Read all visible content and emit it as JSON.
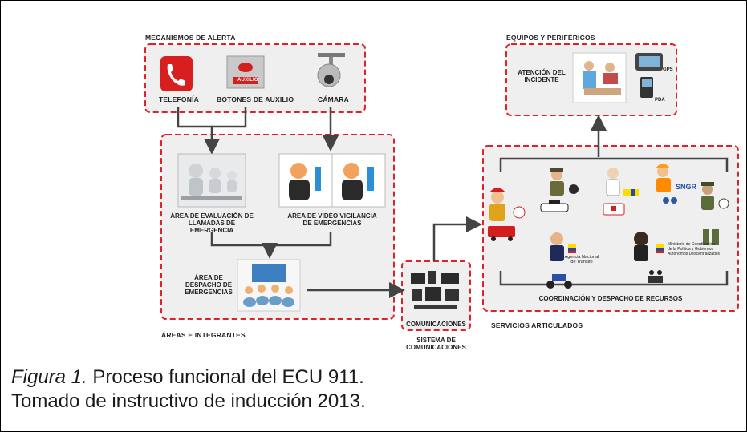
{
  "figure": {
    "sections": {
      "alert_mechanisms": "MECANISMOS DE ALERTA",
      "areas": "ÁREAS E INTEGRANTES",
      "equipment": "EQUIPOS Y PERIFÉRICOS",
      "services": "SERVICIOS ARTICULADOS",
      "comm_system": "SISTEMA DE COMUNICACIONES"
    },
    "alert_items": {
      "telephony": "TELEFONÍA",
      "buttons": "BOTONES DE AUXILIO",
      "camera": "CÁMARA",
      "button_text": "AUXILIO"
    },
    "areas": {
      "call_eval_1": "ÁREA DE EVALUACIÓN DE",
      "call_eval_2": "LLAMADAS DE EMERGENCIA",
      "video_1": "ÁREA DE VIDEO VIGILANCIA",
      "video_2": "DE EMERGENCIAS",
      "dispatch_1": "ÁREA DE",
      "dispatch_2": "DESPACHO DE",
      "dispatch_3": "EMERGENCIAS"
    },
    "communications": "COMUNICACIONES",
    "incident": {
      "line1": "ATENCIÓN DEL",
      "line2": "INCIDENTE"
    },
    "coordination": "COORDINACIÓN Y DESPACHO DE RECURSOS",
    "device_labels": {
      "gps": "GPS",
      "pda": "PDA"
    },
    "agency_labels": {
      "ant_1": "Agencia Nacional",
      "ant_2": "de Tránsito",
      "snrg": "SNGR",
      "ministry_1": "Ministerio de Coordinación",
      "ministry_2": "de la Política y Gobiernos",
      "ministry_3": "Autónomos Descentralizados"
    }
  },
  "caption": {
    "prefix": "Figura 1.",
    "text1": " Proceso funcional del ECU 911.",
    "text2": "Tomado de instructivo de inducción 2013."
  }
}
